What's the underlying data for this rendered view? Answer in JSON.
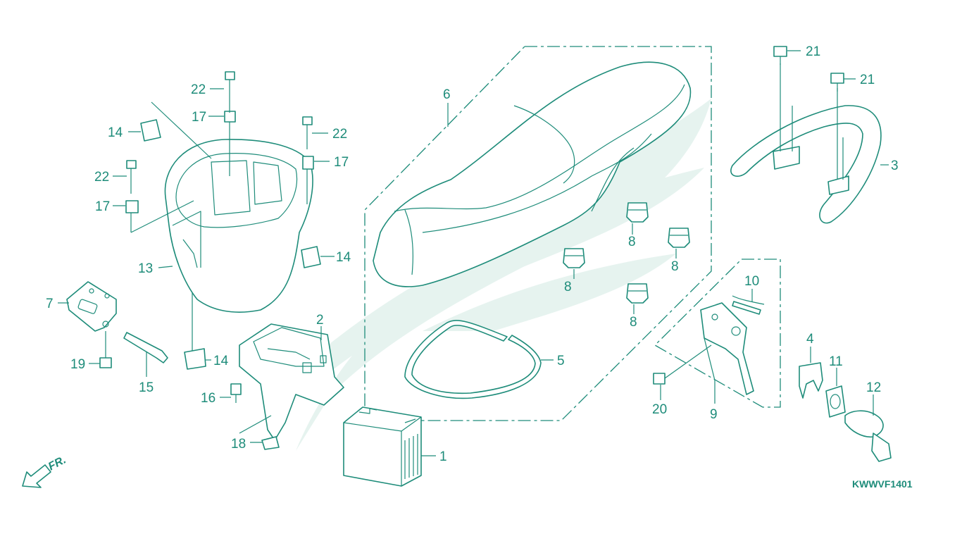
{
  "diagram": {
    "code": "KWWVF1401",
    "direction_label": "FR.",
    "callouts": {
      "c1": "1",
      "c2": "2",
      "c3": "3",
      "c4": "4",
      "c5": "5",
      "c6": "6",
      "c7": "7",
      "c8a": "8",
      "c8b": "8",
      "c8c": "8",
      "c8d": "8",
      "c9": "9",
      "c10": "10",
      "c11": "11",
      "c12": "12",
      "c13": "13",
      "c14a": "14",
      "c14b": "14",
      "c14c": "14",
      "c15": "15",
      "c16": "16",
      "c17a": "17",
      "c17b": "17",
      "c17c": "17",
      "c18": "18",
      "c19": "19",
      "c20": "20",
      "c21a": "21",
      "c21b": "21",
      "c22a": "22",
      "c22b": "22",
      "c22c": "22"
    },
    "colors": {
      "line": "#1e8c7a",
      "watermark": "#e6f3ef",
      "background": "#ffffff"
    }
  }
}
